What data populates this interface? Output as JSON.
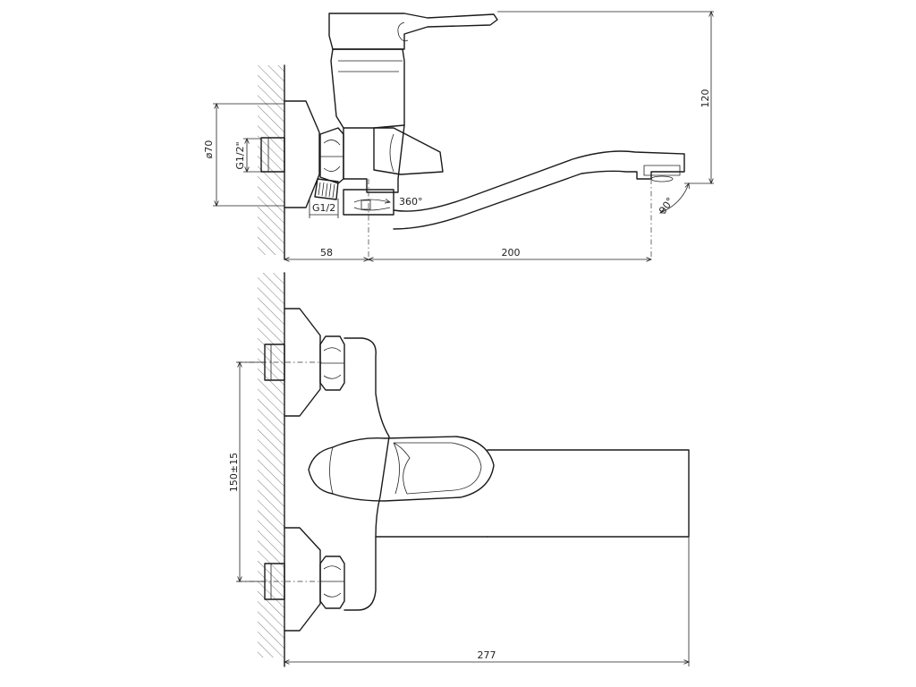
{
  "dimensions": {
    "diameter": "ø70",
    "thread_inlet": "G1/2\"",
    "height": "120",
    "thread_bottom": "G1/2",
    "rotation": "360°",
    "angle": "90°",
    "wall_offset": "58",
    "spout_reach": "200",
    "centers": "150±15",
    "total_length": "277"
  }
}
